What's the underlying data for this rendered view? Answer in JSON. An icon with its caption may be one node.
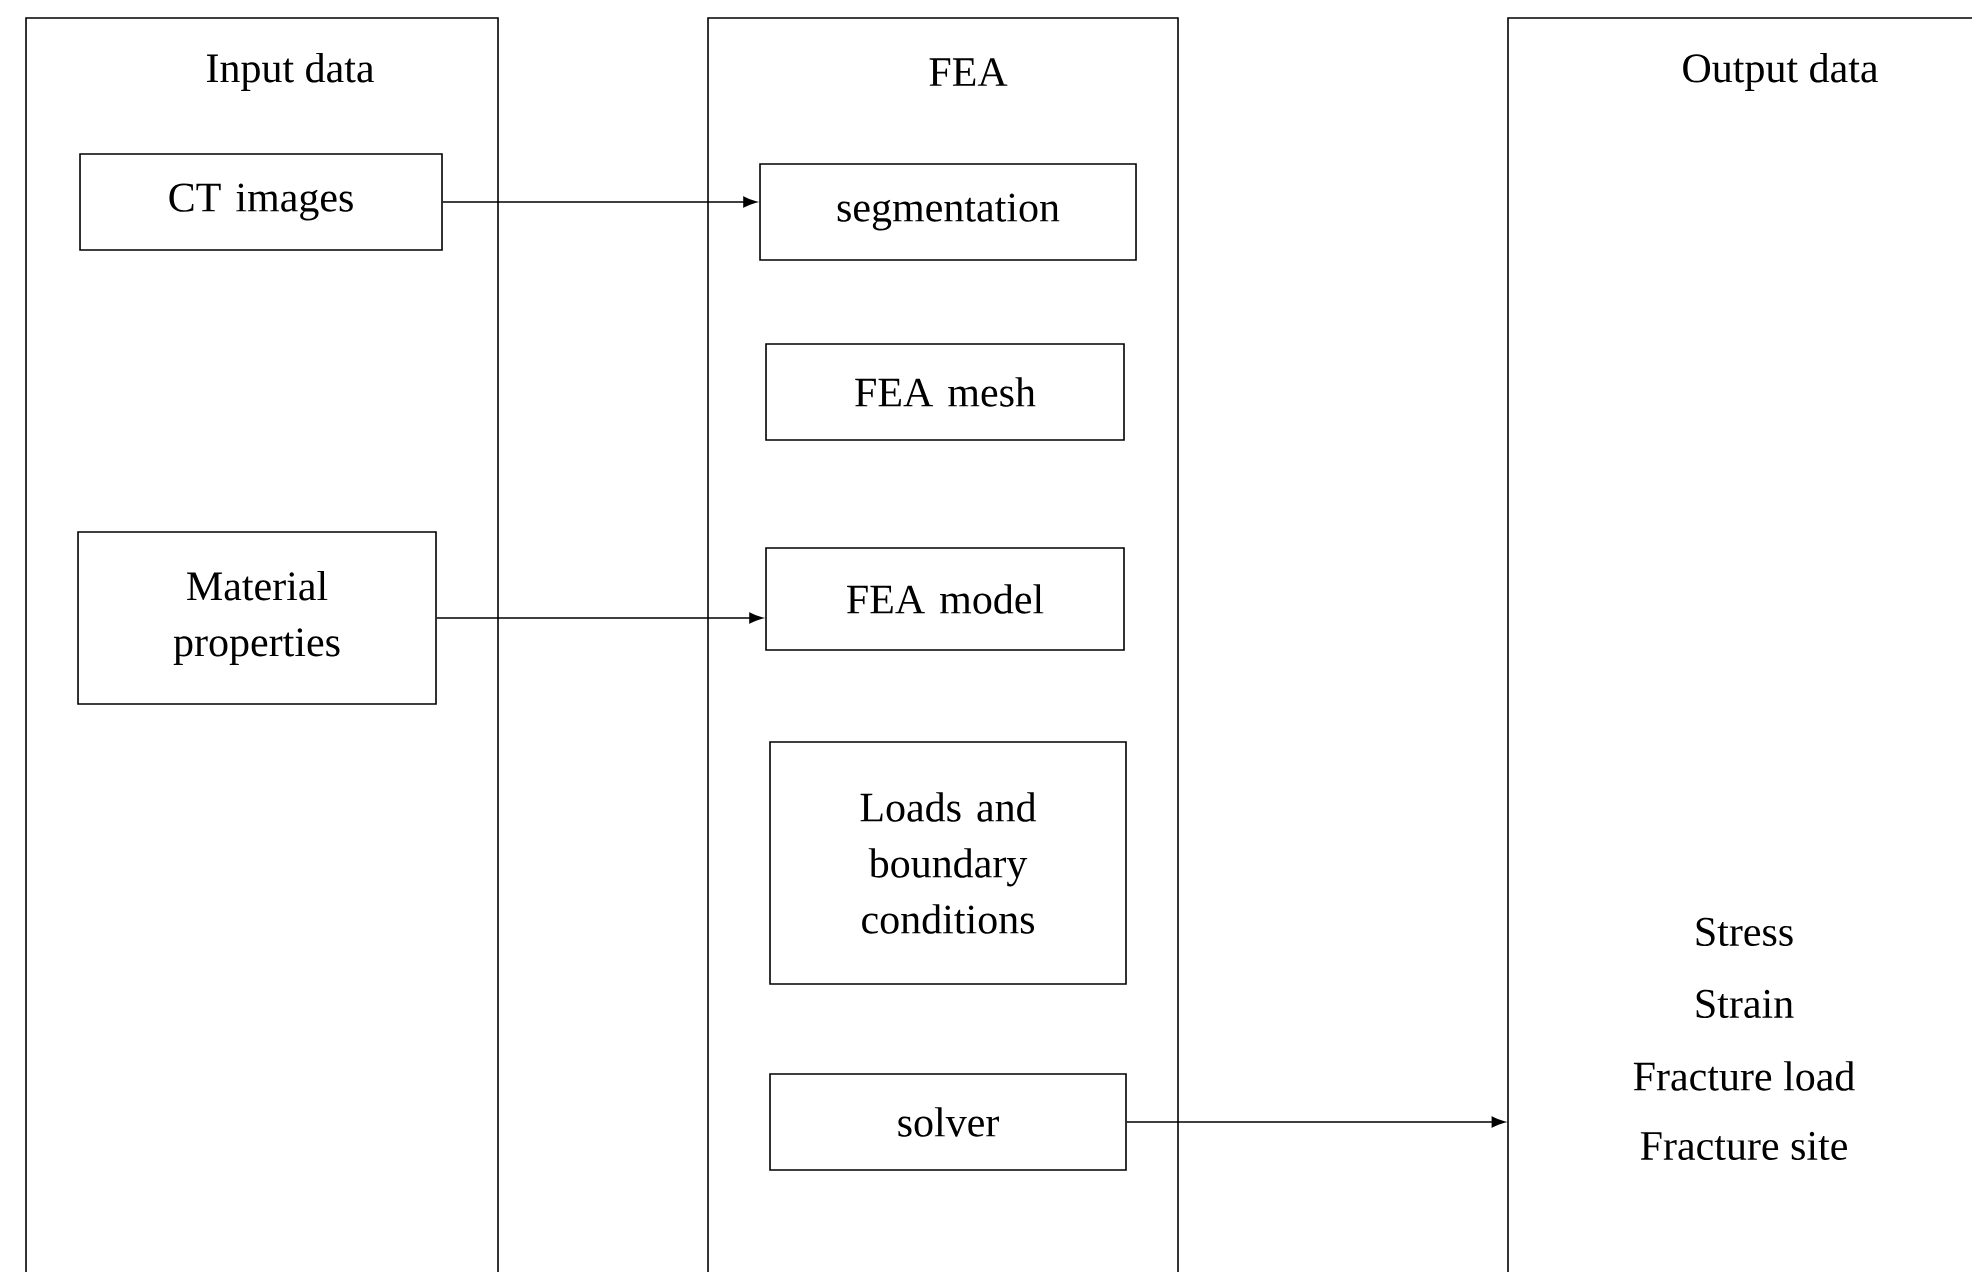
{
  "diagram": {
    "nodes": [
      {
        "text": [
          "Input data"
        ]
      },
      {
        "text": [
          "FEA"
        ]
      },
      {
        "text": [
          "Output data",
          "Stress",
          "Strain",
          "Fracture load",
          "Fracture site"
        ]
      },
      {
        "text": [
          "CT images"
        ],
        "in": 0
      },
      {
        "text": [
          "Material properties"
        ],
        "in": 0
      },
      {
        "text": [
          "segmentation"
        ],
        "in": 1
      },
      {
        "text": [
          "FEA mesh"
        ],
        "in": 1
      },
      {
        "text": [
          "FEA model"
        ],
        "in": 1
      },
      {
        "text": [
          "Loads and boundary conditions"
        ],
        "in": 1
      },
      {
        "text": [
          "solver"
        ],
        "in": 1
      }
    ],
    "edges": [
      {
        "from": 3,
        "to": 5,
        "arrow": "to"
      },
      {
        "from": 4,
        "to": 7,
        "arrow": "to"
      },
      {
        "from": 9,
        "to": 2,
        "arrow": "to"
      }
    ]
  }
}
